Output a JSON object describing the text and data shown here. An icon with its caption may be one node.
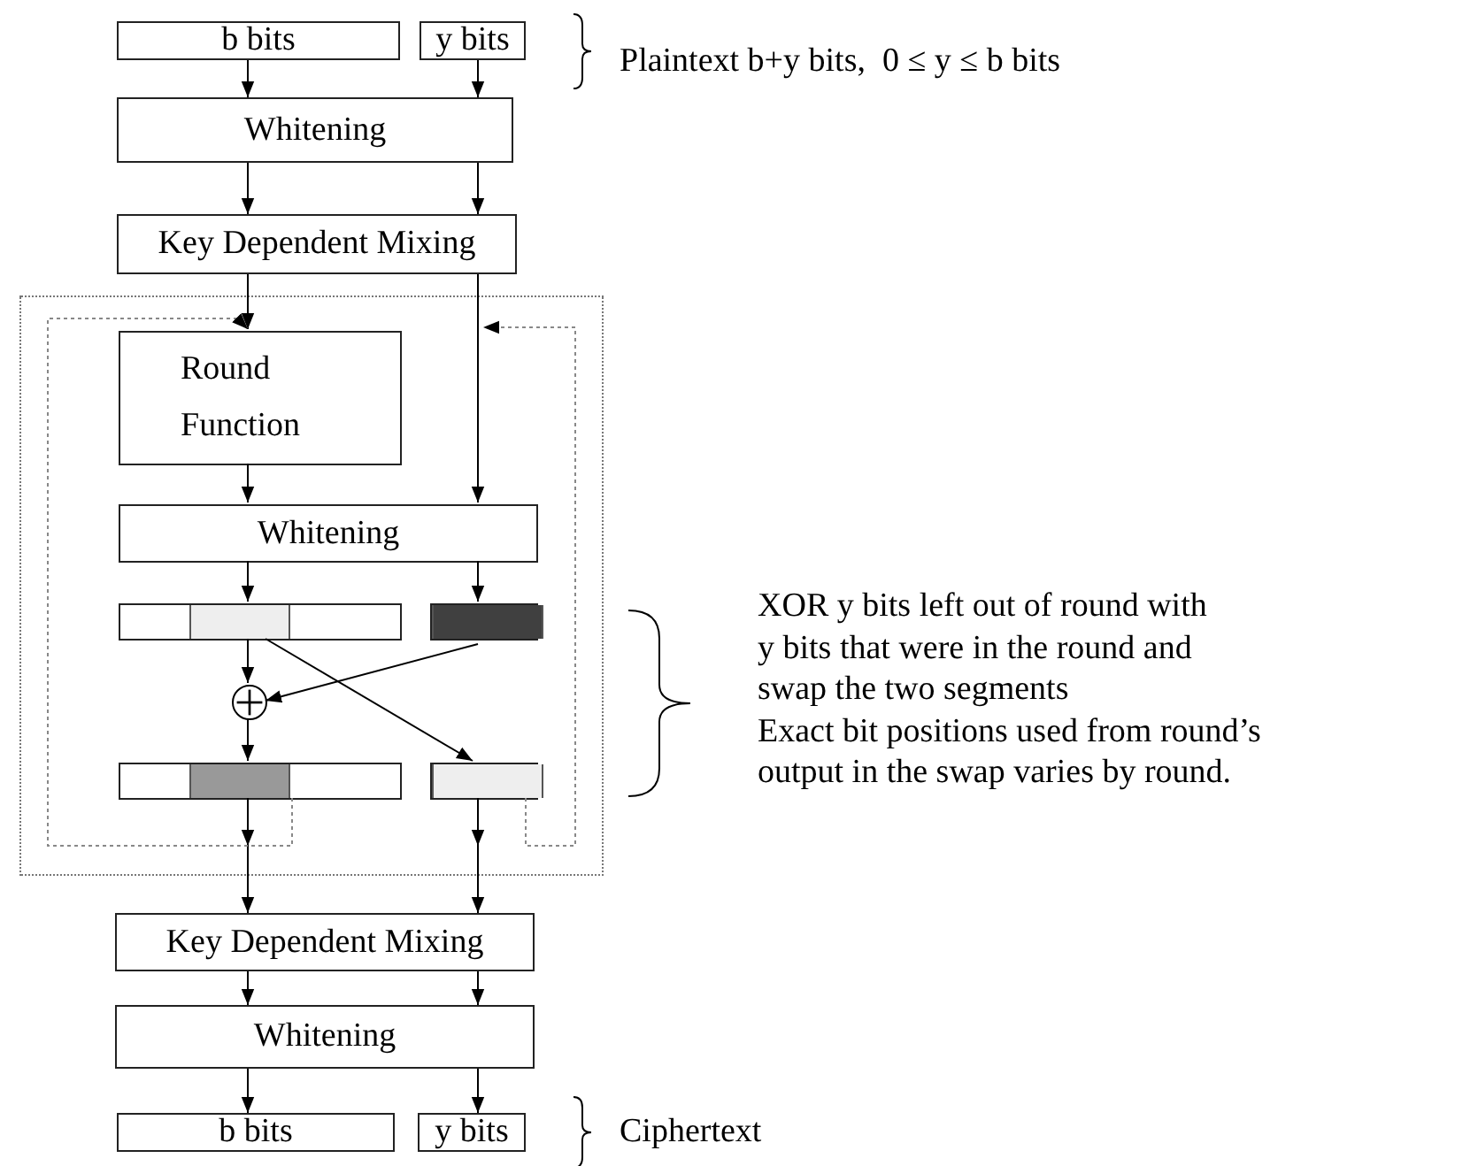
{
  "diagram": {
    "nodes": [
      {
        "text": [
          "b bits"
        ]
      },
      {
        "text": [
          "y bits"
        ]
      },
      {
        "text": [
          "Whitening"
        ]
      },
      {
        "text": [
          "Key Dependent Mixing"
        ]
      },
      {
        "text": [],
        "shape": "box"
      },
      {
        "text": [
          "Round Function"
        ],
        "in": 4
      },
      {
        "text": [
          "Whitening"
        ],
        "in": 4
      },
      {
        "text": [],
        "shape": "bar",
        "in": 4
      },
      {
        "text": [],
        "shape": "bar",
        "in": 4
      },
      {
        "text": [],
        "shape": "circle",
        "in": 4
      },
      {
        "text": [],
        "shape": "bar",
        "in": 4
      },
      {
        "text": [],
        "shape": "bar",
        "in": 4
      },
      {
        "text": [
          "Key Dependent Mixing"
        ]
      },
      {
        "text": [
          "Whitening"
        ]
      },
      {
        "text": [
          "b bits"
        ]
      },
      {
        "text": [
          "y bits"
        ]
      }
    ],
    "edges": [
      {
        "from": 0,
        "to": 2,
        "arrow": "to"
      },
      {
        "from": 1,
        "to": 2,
        "arrow": "to"
      },
      {
        "from": 2,
        "to": 3,
        "arrow": "to"
      },
      {
        "from": 2,
        "to": 3,
        "arrow": "to"
      },
      {
        "from": 3,
        "to": 5,
        "arrow": "to"
      },
      {
        "from": 3,
        "to": 6,
        "arrow": "to"
      },
      {
        "from": 5,
        "to": 6,
        "arrow": "to"
      },
      {
        "from": 6,
        "to": 7,
        "arrow": "to"
      },
      {
        "from": 6,
        "to": 8,
        "arrow": "to"
      },
      {
        "from": 7,
        "to": 9,
        "arrow": "to"
      },
      {
        "from": 8,
        "to": 9,
        "arrow": "to"
      },
      {
        "from": 7,
        "to": 11,
        "arrow": "to"
      },
      {
        "from": 9,
        "to": 10,
        "arrow": "to"
      },
      {
        "from": 10,
        "to": 12,
        "arrow": "to"
      },
      {
        "from": 11,
        "to": 12,
        "arrow": "to"
      },
      {
        "from": 12,
        "to": 13,
        "arrow": "to"
      },
      {
        "from": 12,
        "to": 13,
        "arrow": "to"
      },
      {
        "from": 13,
        "to": 14,
        "arrow": "to"
      },
      {
        "from": 13,
        "to": 15,
        "arrow": "to"
      },
      {
        "from": 10,
        "to": 5,
        "arrow": "to",
        "style": "dashed",
        "color": "#888888"
      },
      {
        "from": 11,
        "to": null,
        "arrow": "to",
        "style": "dashed",
        "color": "#888888"
      }
    ],
    "labels": [
      "Plaintext b+y bits,  0 ≤ y ≤ b bits",
      "XOR y bits left out of round with y bits that were in the round and swap the two segments",
      "Exact bit positions used from round’s output in the swap varies by round.",
      "Ciphertext"
    ]
  }
}
